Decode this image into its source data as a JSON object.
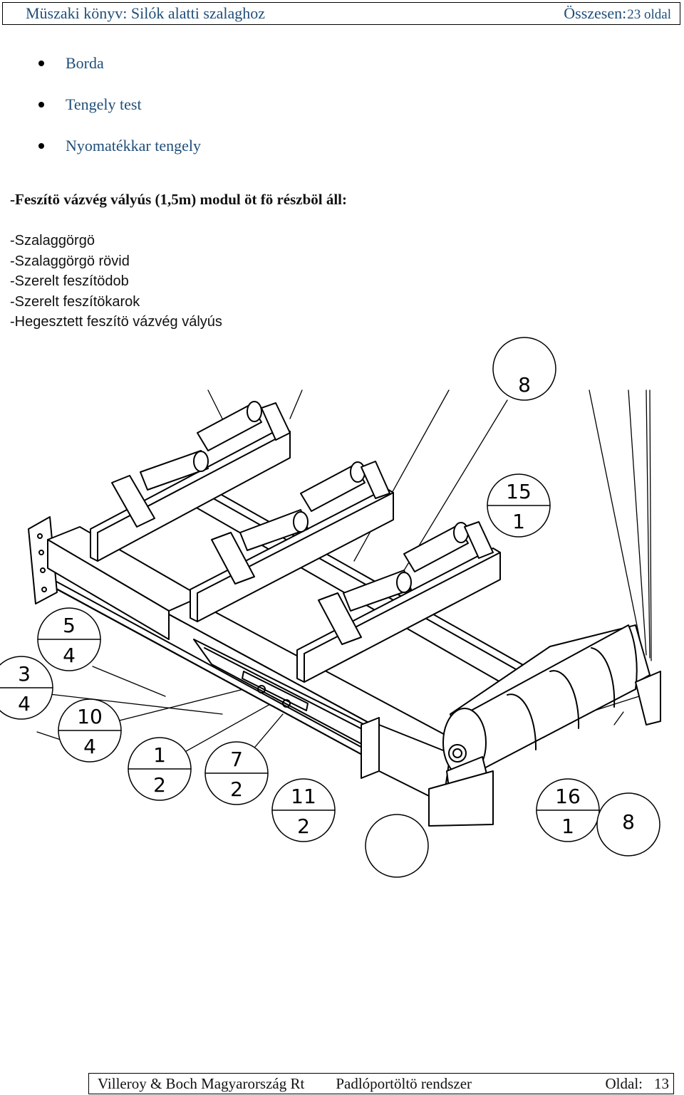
{
  "header": {
    "title": "Müszaki könyv: Silók alatti szalaghoz",
    "total_label": "Összesen:",
    "total_value": "23 oldal"
  },
  "bullets": [
    "Borda",
    "Tengely test",
    "Nyomatékkar tengely"
  ],
  "section_title": "-Feszítö vázvég vályús (1,5m) modul öt fö részböl áll:",
  "parts": [
    "-Szalaggörgö",
    "-Szalaggörgö rövid",
    "-Szerelt feszítödob",
    "-Szerelt feszítökarok",
    "-Hegesztett feszítö vázvég vályús"
  ],
  "drawing": {
    "callouts": [
      {
        "top": "15",
        "bottom": "1"
      },
      {
        "top": "5",
        "bottom": "4"
      },
      {
        "top": "3",
        "bottom": "4"
      },
      {
        "top": "10",
        "bottom": "4"
      },
      {
        "top": "1",
        "bottom": "2"
      },
      {
        "top": "7",
        "bottom": "2"
      },
      {
        "top": "11",
        "bottom": "2"
      },
      {
        "top": "16",
        "bottom": "1"
      },
      {
        "top": "8",
        "bottom": ""
      },
      {
        "top": "8",
        "bottom": ""
      }
    ]
  },
  "footer": {
    "company": "Villeroy & Boch Magyarország Rt",
    "system": "Padlóportöltö rendszer",
    "page_label": "Oldal:",
    "page_number": "13"
  }
}
